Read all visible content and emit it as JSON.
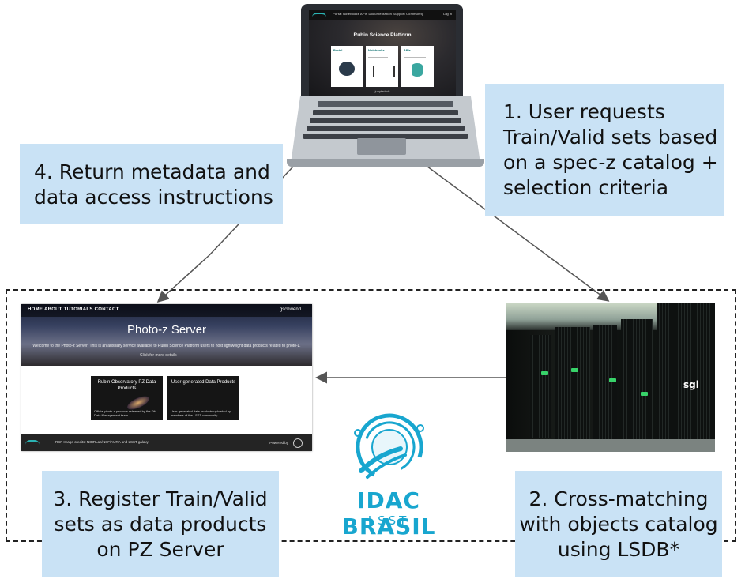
{
  "notes": {
    "step1": [
      "1. User requests",
      "Train/Valid sets based",
      "on a spec-z catalog +",
      "selection criteria"
    ],
    "step2": [
      "2. Cross-matching",
      "with objects catalog",
      "using LSDB*"
    ],
    "step3": [
      "3. Register Train/Valid",
      "sets as data products",
      "on PZ Server"
    ],
    "step4": [
      "4. Return metadata and",
      "data access instructions"
    ]
  },
  "laptop_screen": {
    "title": "Rubin Science Platform",
    "nav": "Portal   Notebooks   APIs   Documentation   Support   Community",
    "login": "Log in",
    "cards": [
      "Portal",
      "Notebooks",
      "APIs"
    ],
    "footer": "jupyterhub"
  },
  "pz_server": {
    "nav": "HOME    ABOUT    TUTORIALS    CONTACT",
    "user": "gschwend",
    "title": "Photo-z Server",
    "subtitle": "Welcome to the Photo-z Server! This is an auxiliary service available to Rubin Science Platform users to host lightweight data products related to photo-z.",
    "links": "Click  for more details",
    "cards": [
      {
        "title": "Rubin Observatory PZ Data Products",
        "desc": "Official photo-z products released by the DM Data Management team."
      },
      {
        "title": "User-generated Data Products",
        "desc": "User-generated data products uploaded by members of the LSST community."
      }
    ],
    "footer": "RSP   Image credits: NOIRLab/NSF/AURA and LSST galaxy",
    "powered": "Powered by"
  },
  "servers": {
    "brand": "sgi"
  },
  "logo": {
    "name": "IDAC BRASIL",
    "sub": "LSST"
  },
  "colors": {
    "note_bg": "#c9e2f5",
    "logo": "#18a6cf",
    "arrow": "#555555"
  }
}
